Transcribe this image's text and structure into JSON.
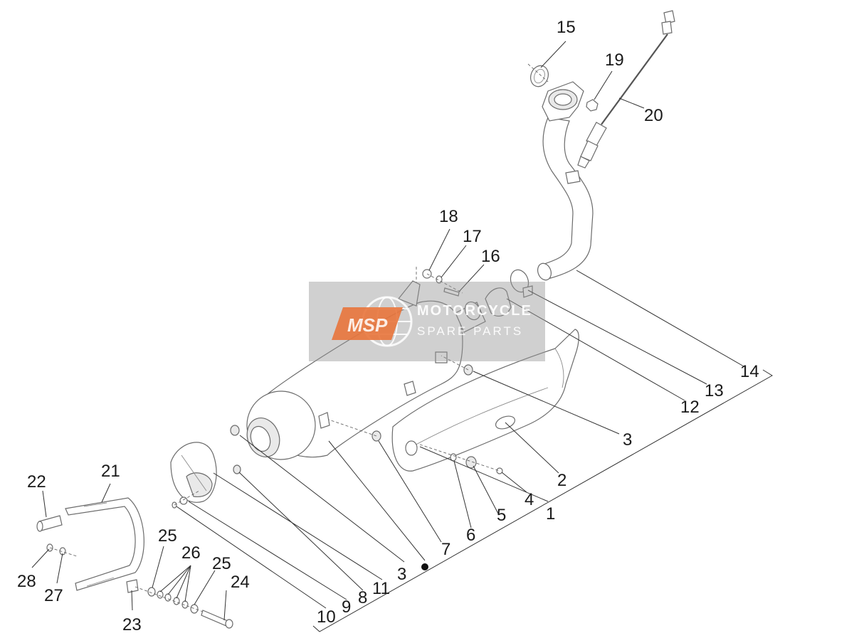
{
  "callouts": [
    "1",
    "2",
    "3",
    "3",
    "4",
    "5",
    "6",
    "7",
    "8",
    "9",
    "10",
    "11",
    "12",
    "13",
    "14",
    "15",
    "16",
    "17",
    "18",
    "19",
    "20",
    "21",
    "22",
    "23",
    "24",
    "25",
    "25",
    "26",
    "27",
    "28"
  ],
  "watermark": {
    "logo_text": "MSP",
    "brand": "MOTORCYCLE",
    "subtitle": "SPARE PARTS"
  },
  "colors": {
    "line": "#6b6b6b",
    "watermark_orange": "#e8743b",
    "watermark_bg": "#969696"
  }
}
